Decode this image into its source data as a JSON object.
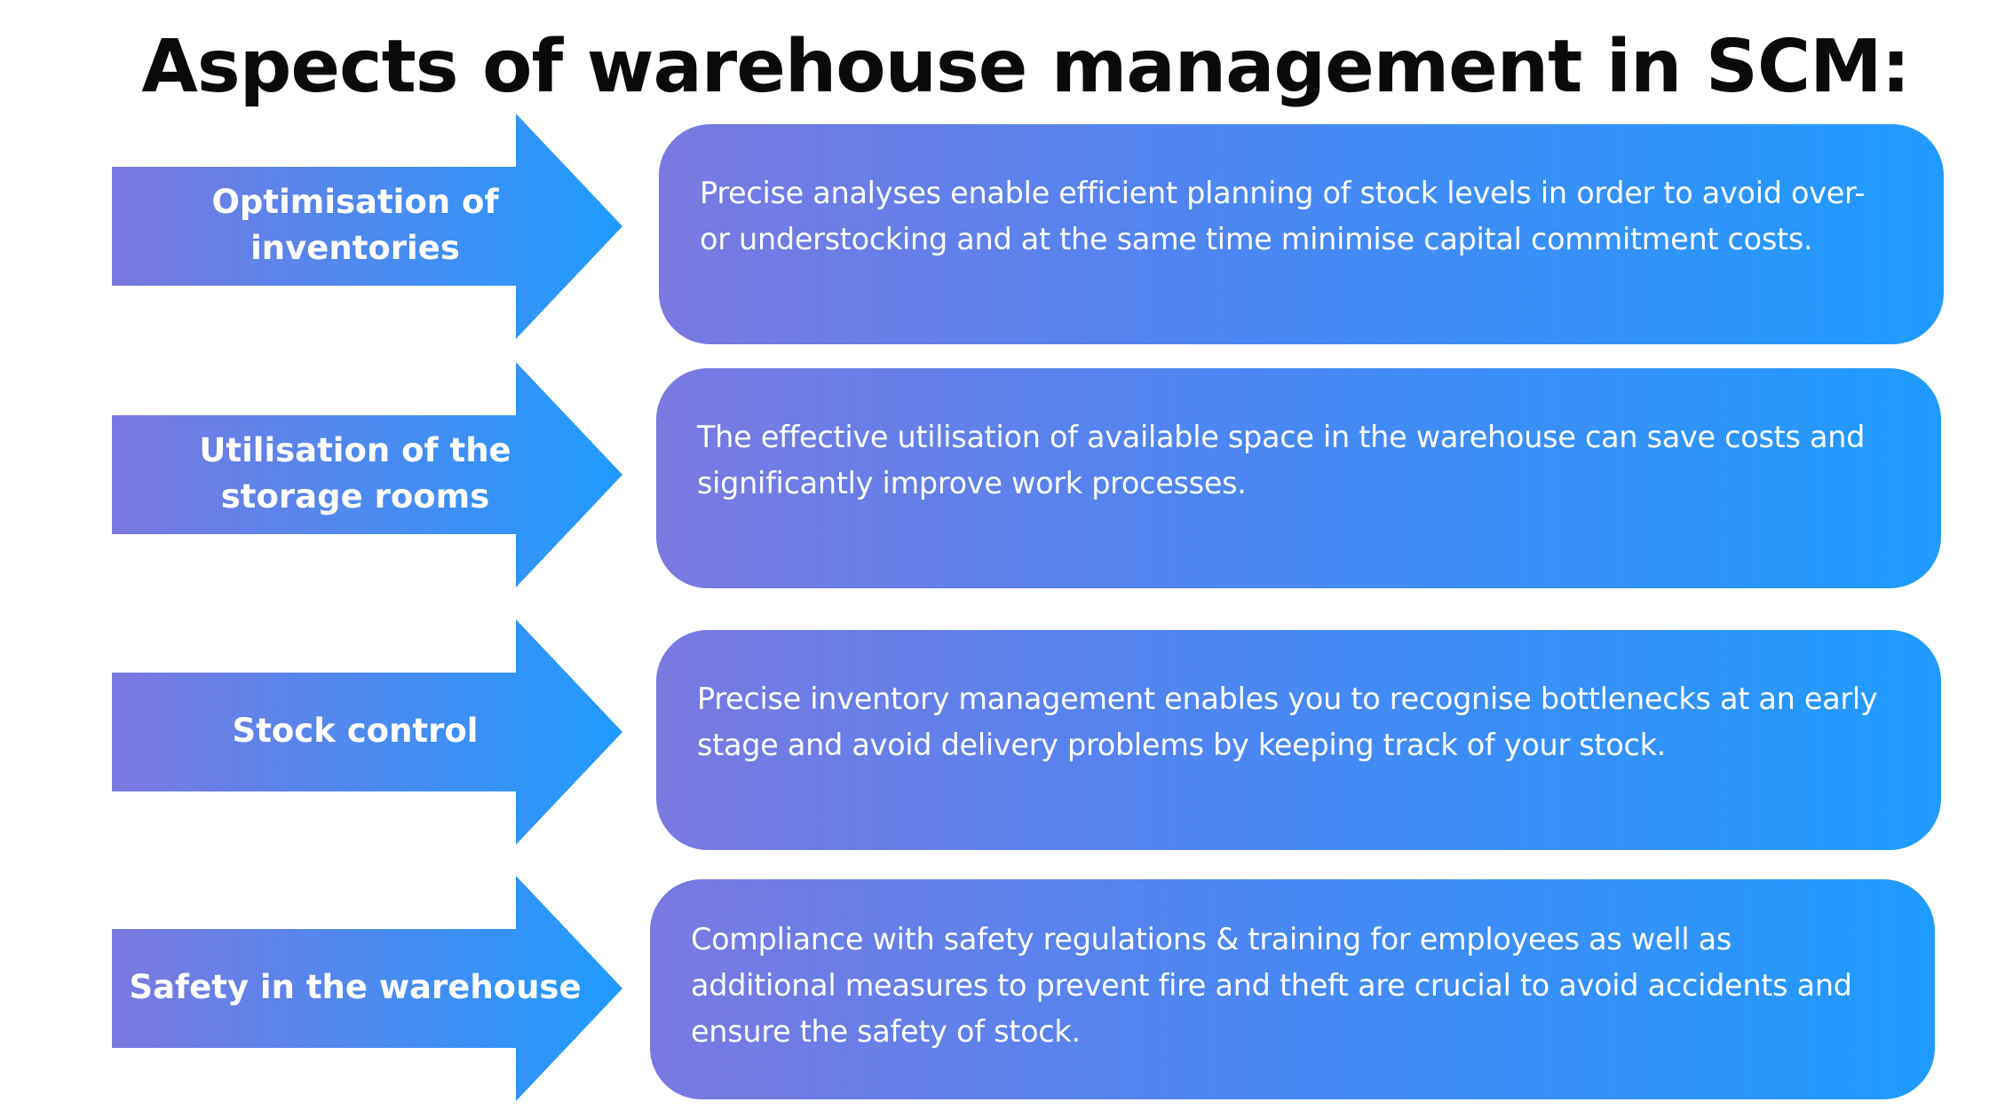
{
  "title": "Aspects of warehouse management in SCM:",
  "aspects": [
    {
      "label": "Optimisation of inventories",
      "description": "Precise analyses enable efficient planning of stock levels in order to avoid over- or understocking and at the same time minimise capital commitment costs."
    },
    {
      "label": "Utilisation of the storage rooms",
      "description": "The effective utilisation of available space in the warehouse can save costs and significantly improve work processes."
    },
    {
      "label": "Stock control",
      "description": "Precise inventory management enables you to recognise bottlenecks at an early stage and avoid delivery problems by keeping track of your stock."
    },
    {
      "label": "Safety in the warehouse",
      "description": "Compliance with safety regulations & training for employees as well as additional measures to prevent fire and theft are crucial to avoid accidents and ensure the safety of stock."
    }
  ],
  "colors": {
    "gradient_start": "#7a79e0",
    "gradient_end": "#1f9bff",
    "title": "#0a0a0a",
    "text": "#ffffff"
  }
}
